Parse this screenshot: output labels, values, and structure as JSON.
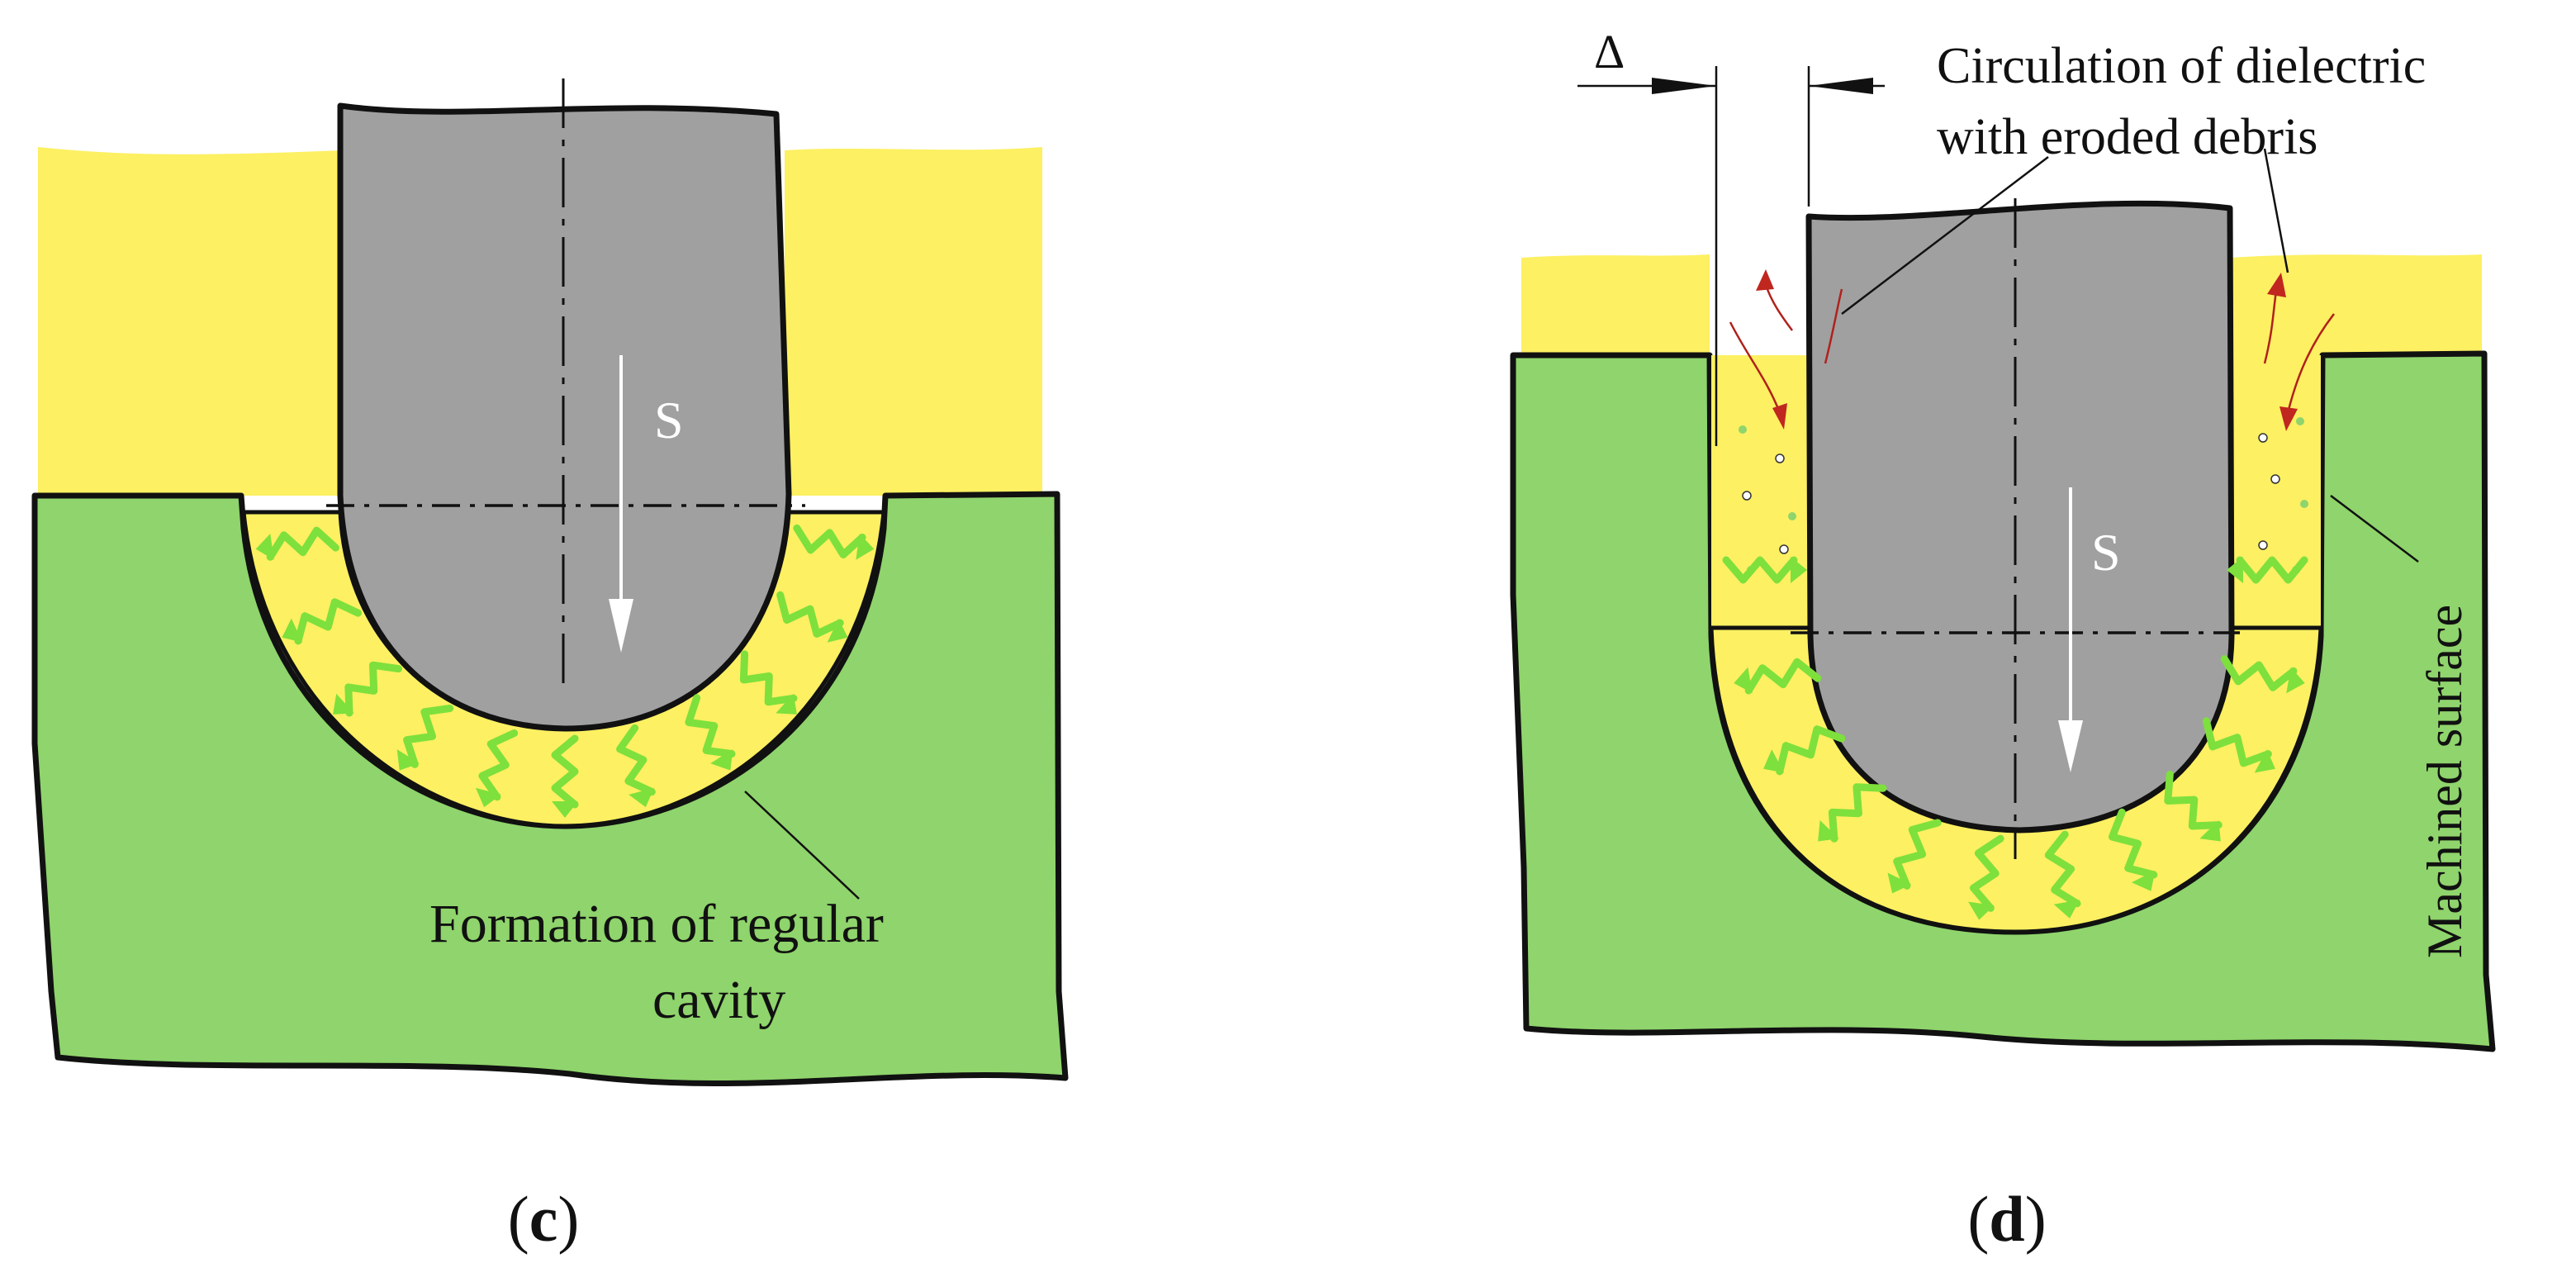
{
  "panels": [
    {
      "id": "c",
      "caption_open": "(",
      "caption_letter": "c",
      "caption_close": ")",
      "feed_label": "S",
      "annotation_line1": "Formation of regular",
      "annotation_line2": "cavity"
    },
    {
      "id": "d",
      "caption_open": "(",
      "caption_letter": "d",
      "caption_close": ")",
      "feed_label": "S",
      "gap_label": "Δ",
      "annotation_line1": "Circulation of dielectric",
      "annotation_line2": "with eroded debris",
      "surface_label": "Machined surface"
    }
  ],
  "colors": {
    "dielectric": "#fdf062",
    "workpiece": "#8fd46c",
    "electrode": "#a0a0a0",
    "sparks": "#7ee03c",
    "flow_arrows": "#c0271f",
    "debris": "#8fd46c"
  }
}
